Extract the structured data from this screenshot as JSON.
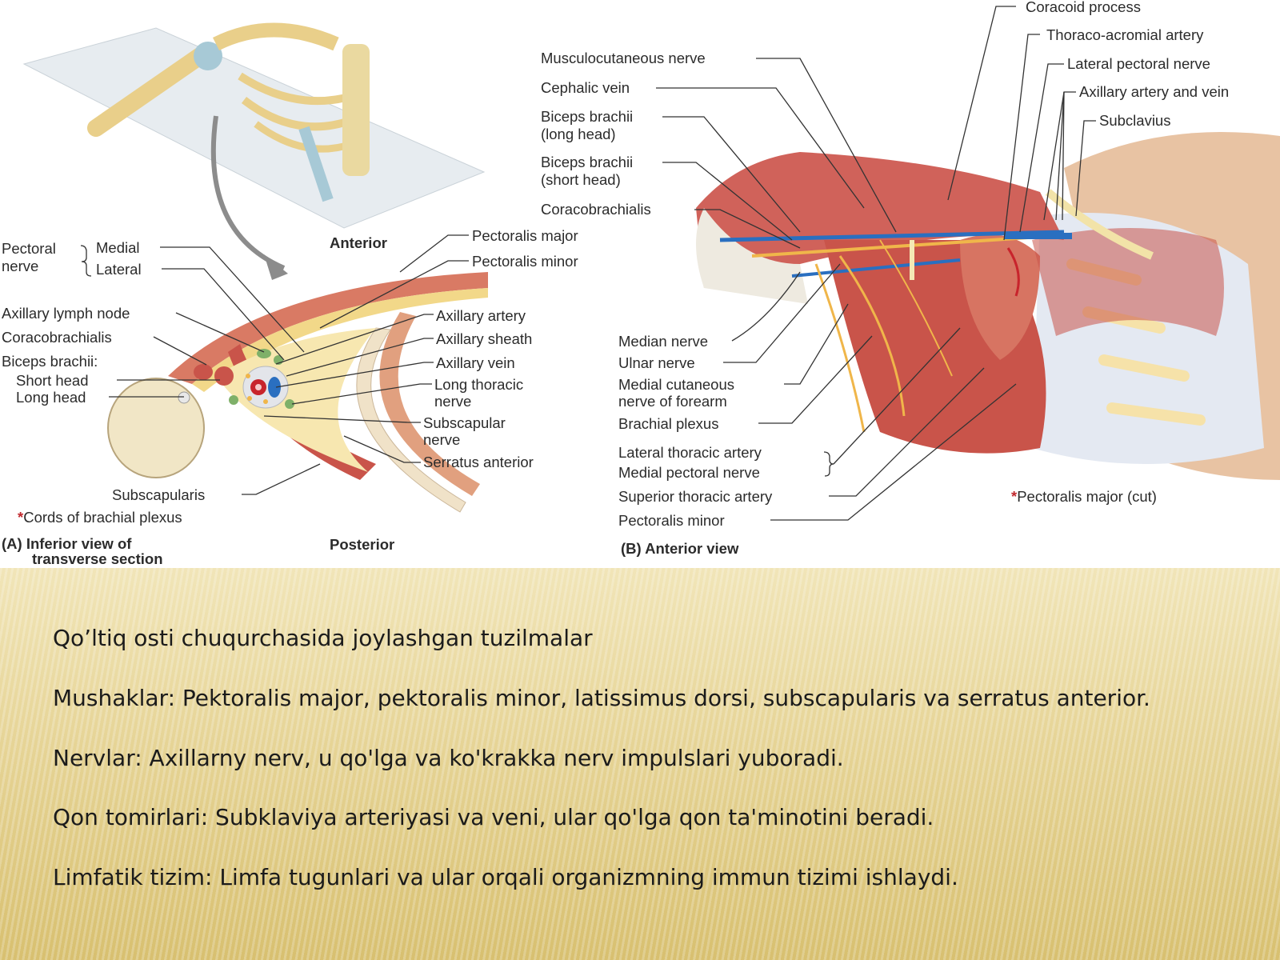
{
  "figure": {
    "panel_a": {
      "orientation_top": "Anterior",
      "orientation_bottom": "Posterior",
      "caption_line1": "(A) Inferior view of",
      "caption_line2": "transverse section",
      "pectoral_nerve_line1": "Pectoral",
      "pectoral_nerve_line2": "nerve",
      "pectoral_medial": "Medial",
      "pectoral_lateral": "Lateral",
      "axillary_lymph_node": "Axillary lymph node",
      "coracobrachialis": "Coracobrachialis",
      "biceps_brachii": "Biceps brachii:",
      "short_head": "Short head",
      "long_head": "Long head",
      "pectoralis_major": "Pectoralis major",
      "pectoralis_minor": "Pectoralis minor",
      "axillary_artery": "Axillary artery",
      "axillary_sheath": "Axillary sheath",
      "axillary_vein": "Axillary vein",
      "long_thoracic_line1": "Long thoracic",
      "long_thoracic_line2": "nerve",
      "subscapular_line1": "Subscapular",
      "subscapular_line2": "nerve",
      "serratus_anterior": "Serratus anterior",
      "subscapularis": "Subscapularis",
      "cords_note": "Cords of brachial plexus"
    },
    "panel_b": {
      "caption": "(B) Anterior view",
      "coracoid_process": "Coracoid process",
      "thoraco_acromial_artery": "Thoraco-acromial artery",
      "lateral_pectoral_nerve": "Lateral pectoral nerve",
      "axillary_artery_vein": "Axillary artery and vein",
      "subclavius": "Subclavius",
      "musculocutaneous_nerve": "Musculocutaneous nerve",
      "cephalic_vein": "Cephalic vein",
      "biceps_long_line1": "Biceps brachii",
      "biceps_long_line2": "(long head)",
      "biceps_short_line1": "Biceps brachii",
      "biceps_short_line2": "(short head)",
      "coracobrachialis": "Coracobrachialis",
      "median_nerve": "Median nerve",
      "ulnar_nerve": "Ulnar nerve",
      "medial_cutaneous_line1": "Medial cutaneous",
      "medial_cutaneous_line2": "nerve of forearm",
      "brachial_plexus": "Brachial plexus",
      "lateral_thoracic_artery": "Lateral thoracic artery",
      "medial_pectoral_nerve": "Medial pectoral nerve",
      "superior_thoracic_artery": "Superior thoracic artery",
      "pectoralis_minor": "Pectoralis minor",
      "pectoralis_major_cut": "Pectoralis major (cut)"
    }
  },
  "text": {
    "heading": "Qo’ltiq osti chuqurchasida joylashgan tuzilmalar",
    "muscles": "Mushaklar: Pektoralis major, pektoralis minor, latissimus dorsi, subscapularis va serratus anterior.",
    "nerves": "Nervlar: Axillarny nerv, u qo'lga va ko'krakka nerv impulslari yuboradi.",
    "vessels": "Qon tomirlari: Subklaviya arteriyasi va veni, ular qo'lga qon ta'minotini beradi.",
    "lymph": "Limfatik tizim: Limfa tugunlari va ular orqali organizmning immun tizimi ishlaydi."
  },
  "colors": {
    "panel_background": "#e5d292",
    "label_text": "#2b2b2b",
    "asterisk": "#c0282d",
    "muscle": "#c9544a",
    "nerve": "#f0b64a",
    "vein": "#2a6fc0",
    "bone": "#f3e6c4"
  }
}
